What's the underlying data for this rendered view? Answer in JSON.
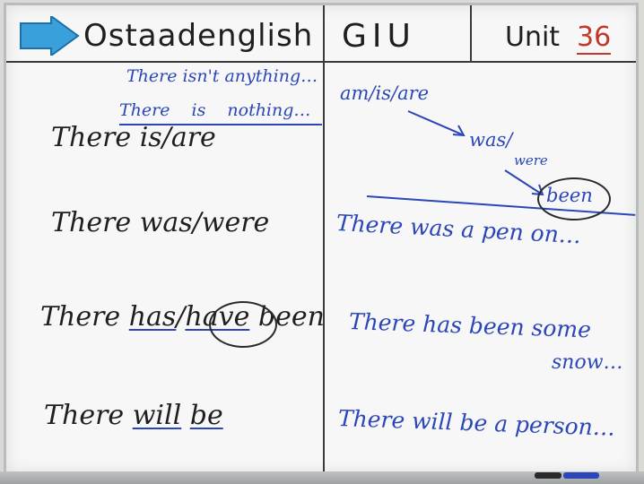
{
  "header": {
    "logo_text": "Ostaadenglish",
    "title": "GIU",
    "unit_label": "Unit",
    "unit_number": "36"
  },
  "left": {
    "note1": "There isn't anything…",
    "note2": "There is nothing…",
    "row1": "There is/are",
    "row2": "There was/were",
    "row3a": "There ",
    "row3b": "has",
    "row3c": "/",
    "row3d": "have",
    "row3e": "been",
    "row4a": "There ",
    "row4b": "will",
    "row4c": " ",
    "row4d": "be"
  },
  "right": {
    "verbs1": "am/is/are",
    "verbs2": "was/",
    "verbs3": "were",
    "verbs4": "been",
    "ex1": "There was a pen on…",
    "ex2a": "There has been some",
    "ex2b": "snow…",
    "ex3": "There will be a person…"
  },
  "colors": {
    "board": "#f6f7f6",
    "marker_black": "#1f1f1f",
    "marker_blue": "#2b46b8",
    "marker_red": "#c0392b",
    "logo_arrow": "#3aa0dc"
  }
}
